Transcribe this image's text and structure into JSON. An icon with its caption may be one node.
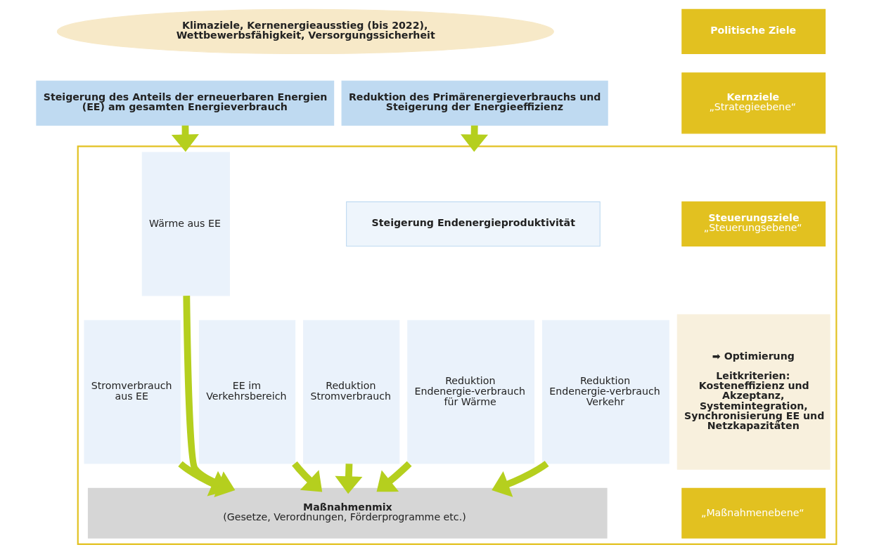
{
  "diagram": {
    "nodes": [
      {
        "text": [
          "Klimaziele, Kernenergieausstieg (bis 2022), Wettbewerbsfähigkeit, Versorgungssicherheit"
        ]
      },
      {
        "text": [
          "Politische Ziele"
        ]
      },
      {
        "text": [
          "Steigerung des Anteils der erneuerbaren Energien (EE) am gesamten Energieverbrauch"
        ]
      },
      {
        "text": [
          "Reduktion des Primärenergieverbrauchs und Steigerung der Energieeffizienz"
        ]
      },
      {
        "text": [
          "Kernziele",
          "„Strategieebene“"
        ]
      },
      {
        "text": [],
        "shape": "box"
      },
      {
        "text": [
          "Steigerung Endenergieproduktivität"
        ],
        "in": 5
      },
      {
        "text": [
          "Steuerungsziele",
          "„Steuerungsebene“"
        ],
        "in": 5
      },
      {
        "text": [
          "➡ Optimierung",
          "Leitkriterien: Kosteneffizienz und Akzeptanz, Systemintegration, Synchronisierung EE und Netzkapazitäten"
        ],
        "in": 5
      },
      {
        "text": [
          "Stromverbrauch aus EE"
        ],
        "in": 5
      },
      {
        "text": [
          "Wärme aus EE"
        ],
        "in": 5
      },
      {
        "text": [
          "EE im Verkehrsbereich"
        ],
        "in": 5
      },
      {
        "text": [
          "Reduktion Stromverbrauch"
        ],
        "in": 5
      },
      {
        "text": [
          "Reduktion Endenergie-verbrauch für Wärme"
        ],
        "in": 5
      },
      {
        "text": [
          "Reduktion Endenergie-verbrauch Verkehr"
        ],
        "in": 5
      },
      {
        "text": [
          "Maßnahmenmix",
          "(Gesetze, Verordnungen, Förderprogramme etc.)"
        ],
        "in": 5
      },
      {
        "text": [
          "„Maßnahmenebene“"
        ],
        "in": 5
      }
    ],
    "edges": [
      {
        "from": 2,
        "to": 5,
        "arrow": "to"
      },
      {
        "from": 3,
        "to": 5,
        "arrow": "to"
      },
      {
        "from": 9,
        "to": 15,
        "arrow": "to"
      },
      {
        "from": 10,
        "to": 15,
        "arrow": "to"
      },
      {
        "from": 11,
        "to": 15,
        "arrow": "to"
      },
      {
        "from": 12,
        "to": 15,
        "arrow": "to"
      },
      {
        "from": 13,
        "to": 15,
        "arrow": "to"
      },
      {
        "from": 14,
        "to": 15,
        "arrow": "to"
      }
    ]
  }
}
